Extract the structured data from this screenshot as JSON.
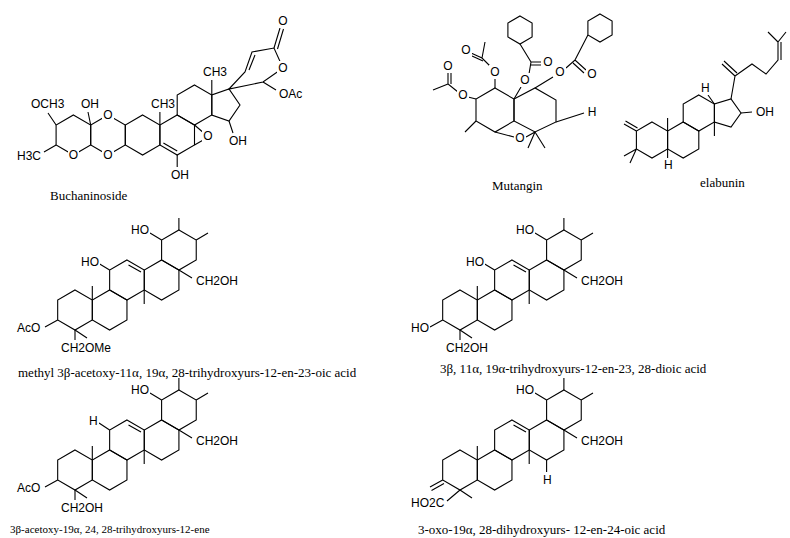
{
  "diagram": {
    "labels": [
      "OCH3",
      "OH",
      "H3C",
      "O",
      "O",
      "O",
      "CH3",
      "CH3",
      "O",
      "OH",
      "OH",
      "O",
      "O",
      "OAc",
      "Buchaninoside",
      "O",
      "O",
      "O",
      "O",
      "O",
      "O",
      "O",
      "O",
      "O",
      "H",
      "Mutangin",
      "H",
      "H",
      "OH",
      "elabunin",
      "HO",
      "HO",
      "CH2OH",
      "AcO",
      "CH2OMe",
      "methyl 3β-acetoxy-11α, 19α, 28-trihydroxyurs-12-en-23-oic acid",
      "HO",
      "HO",
      "CH2OH",
      "HO",
      "CH2OH",
      "3β, 11α, 19α-trihydroxyurs-12-en-23, 28-dioic acid",
      "H",
      "HO",
      "CH2OH",
      "AcO",
      "CH2OH",
      "3β-acetoxy-19α, 24, 28-trihydroxyurs-12-ene",
      "HO",
      "CH2OH",
      "H",
      "HO2C",
      "3-oxo-19α, 28-dihydroxyurs- 12-en-24-oic acid"
    ]
  }
}
